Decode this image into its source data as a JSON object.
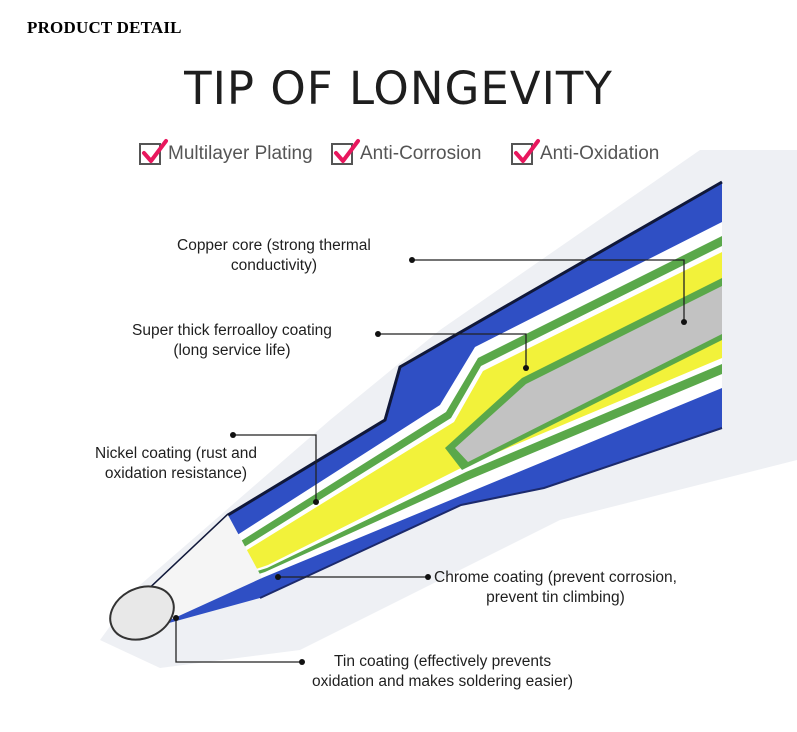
{
  "header": {
    "section_label": "PRODUCT DETAIL"
  },
  "title": "TIP OF LONGEVITY",
  "features": [
    {
      "label": "Multilayer Plating",
      "icon": "checkbox-checked-icon"
    },
    {
      "label": "Anti-Corrosion",
      "icon": "checkbox-checked-icon"
    },
    {
      "label": "Anti-Oxidation",
      "icon": "checkbox-checked-icon"
    }
  ],
  "callouts": {
    "copper_core": {
      "line1": "Copper core (strong thermal",
      "line2": "conductivity)"
    },
    "ferroalloy": {
      "line1": "Super thick ferroalloy coating",
      "line2": "(long service life)"
    },
    "nickel": {
      "line1": "Nickel coating (rust and",
      "line2": "oxidation resistance)"
    },
    "chrome": {
      "line1": "Chrome coating (prevent corrosion,",
      "line2": "prevent tin climbing)"
    },
    "tin": {
      "line1": "Tin coating (effectively prevents",
      "line2": "oxidation and makes soldering easier)"
    }
  },
  "colors": {
    "blue_chrome": "#2f4fc4",
    "green_nickel": "#5aa84a",
    "yellow_ferroalloy": "#f2f23a",
    "grey_copper": "#c2c2c2",
    "check_mark": "#e8175d"
  }
}
